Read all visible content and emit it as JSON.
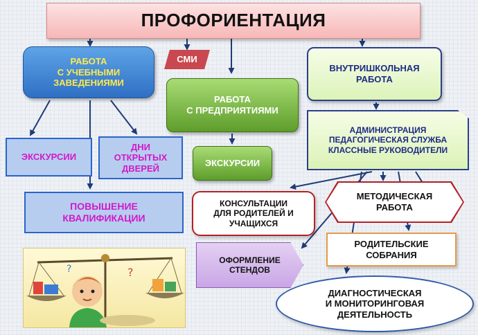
{
  "title": "ПРОФОРИЕНТАЦИЯ",
  "nodes": {
    "edu": "РАБОТА\nС УЧЕБНЫМИ\nЗАВЕДЕНИЯМИ",
    "smi": "СМИ",
    "enterprise": "РАБОТА\nС ПРЕДПРИЯТИЯМИ",
    "school": "ВНУТРИШКОЛЬНАЯ\nРАБОТА",
    "admin": "АДМИНИСТРАЦИЯ\nПЕДАГОГИЧЕСКАЯ СЛУЖБА\nКЛАССНЫЕ РУКОВОДИТЕЛИ",
    "excursions_edu": "ЭКСКУРСИИ",
    "open_days": "ДНИ\nОТКРЫТЫХ\nДВЕРЕЙ",
    "excursions_ent": "ЭКСКУРСИИ",
    "qualification": "ПОВЫШЕНИЕ\nКВАЛИФИКАЦИИ",
    "consultations": "КОНСУЛЬТАЦИИ\nДЛЯ РОДИТЕЛЕЙ И\nУЧАЩИХСЯ",
    "methodical": "МЕТОДИЧЕСКАЯ\nРАБОТА",
    "stands": "ОФОРМЛЕНИЕ\nСТЕНДОВ",
    "parent_meetings": "РОДИТЕЛЬСКИЕ\nСОБРАНИЯ",
    "diagnostics": "ДИАГНОСТИЧЕСКАЯ\nИ МОНИТОРИНГОВАЯ\nДЕЯТЕЛЬНОСТЬ"
  },
  "colors": {
    "arrow": "#1f3a78",
    "blue_box_text": "#d319c9",
    "edu_text": "#ffe94d",
    "school_text": "#1d2b86"
  },
  "illustration": {
    "icon": "scales-with-boy-icon"
  }
}
